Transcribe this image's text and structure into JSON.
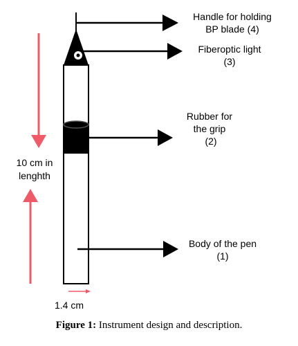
{
  "labels": {
    "handle": [
      "Handle for holding",
      "BP blade (4)"
    ],
    "light": [
      "Fiberoptic light",
      "(3)"
    ],
    "rubber": [
      "Rubber for",
      "the grip",
      "(2)"
    ],
    "body": [
      "Body of the pen",
      "(1)"
    ],
    "length": [
      "10 cm in",
      "lenghth"
    ],
    "width": "1.4 cm"
  },
  "caption": {
    "prefix": "Figure 1:",
    "text": " Instrument design and description."
  },
  "colors": {
    "ink": "#000000",
    "accent": "#f05a66",
    "background": "#ffffff"
  }
}
